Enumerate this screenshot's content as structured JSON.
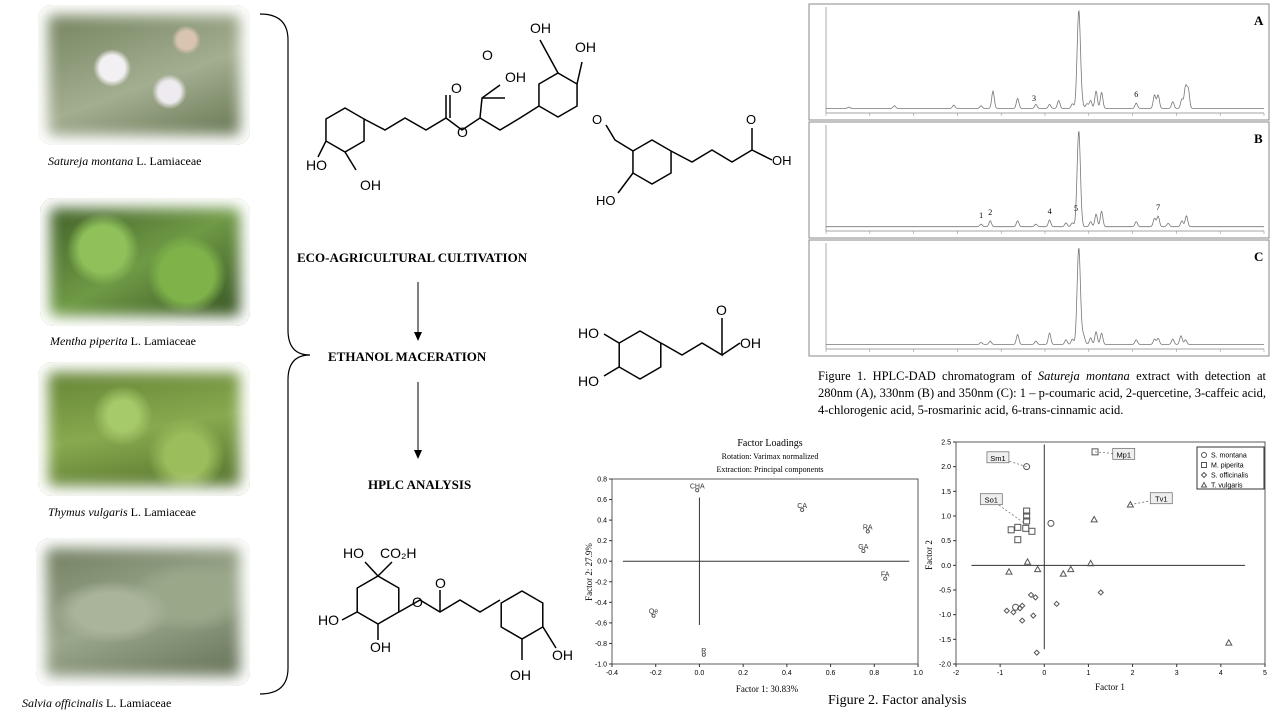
{
  "plants": [
    {
      "name": "Satureja montana",
      "suffix": " L. Lamiaceae",
      "color": "#7d8f6a"
    },
    {
      "name": "Mentha piperita",
      "suffix": " L. Lamiaceae",
      "color": "#5f8a3c"
    },
    {
      "name": "Thymus vulgaris",
      "suffix": " L. Lamiaceae",
      "color": "#6f8f3a"
    },
    {
      "name": "Salvia officinalis",
      "suffix": " L. Lamiaceae",
      "color": "#8d9a7a"
    }
  ],
  "steps": {
    "cultivation": "ECO-AGRICULTURAL CULTIVATION",
    "maceration": "ETHANOL MACERATION",
    "hplc": "HPLC ANALYSIS"
  },
  "structures": {
    "rosmarinic": [
      "HO",
      "OH",
      "O",
      "O",
      "OH",
      "OH",
      "OH",
      "O"
    ],
    "ferulic": [
      "O",
      "HO",
      "O",
      "OH"
    ],
    "caffeic": [
      "HO",
      "HO",
      "O",
      "OH"
    ],
    "chlorogenic": [
      "HO",
      "CO₂H",
      "HO",
      "OH",
      "O",
      "O",
      "OH",
      "OH"
    ]
  },
  "figure1": {
    "caption_pre": "Figure 1. HPLC-DAD  chromatogram  of ",
    "caption_species": "Satureja montana",
    "caption_post": " extract with detection at 280nm (A), 330nm (B) and 350nm (C): 1 – p-coumaric acid, 2-quercetine, 3-caffeic acid, 4-chlorogenic acid, 5-rosmarinic acid, 6-trans-cinnamic acid."
  },
  "figure2": {
    "caption": "Figure  2. Factor analysis"
  },
  "chart_data": [
    {
      "type": "line",
      "title": "HPLC-DAD chromatogram",
      "xlim": [
        0,
        48
      ],
      "panels": [
        {
          "label": "A",
          "ylim": [
            0,
            1500
          ],
          "peaks": [
            [
              2.5,
              20
            ],
            [
              7.5,
              40
            ],
            [
              14,
              50
            ],
            [
              17,
              40
            ],
            [
              18.3,
              260
            ],
            [
              21,
              150
            ],
            [
              23,
              60
            ],
            [
              24.5,
              60
            ],
            [
              25.5,
              120
            ],
            [
              27,
              70
            ],
            [
              28,
              80
            ],
            [
              28.6,
              70
            ],
            [
              27.7,
              1450
            ],
            [
              29,
              120
            ],
            [
              29.6,
              260
            ],
            [
              30.2,
              240
            ],
            [
              34,
              80
            ],
            [
              36,
              200
            ],
            [
              36.4,
              200
            ],
            [
              38,
              100
            ],
            [
              39,
              140
            ],
            [
              39.4,
              320
            ],
            [
              39.7,
              280
            ]
          ],
          "peak_labels": [
            {
              "text": "3",
              "x": 22.8
            },
            {
              "text": "6",
              "x": 34.0
            }
          ]
        },
        {
          "label": "B",
          "ylim": [
            0,
            2400
          ],
          "peaks": [
            [
              17,
              60
            ],
            [
              18,
              140
            ],
            [
              21,
              140
            ],
            [
              23,
              60
            ],
            [
              24.5,
              160
            ],
            [
              26.3,
              90
            ],
            [
              27,
              90
            ],
            [
              27.7,
              2300
            ],
            [
              29,
              120
            ],
            [
              29.6,
              300
            ],
            [
              30.2,
              370
            ],
            [
              34,
              120
            ],
            [
              36,
              200
            ],
            [
              36.4,
              250
            ],
            [
              37.5,
              80
            ],
            [
              39,
              140
            ],
            [
              39.5,
              260
            ]
          ],
          "peak_labels": [
            {
              "text": "1",
              "x": 17.0
            },
            {
              "text": "2",
              "x": 18.0
            },
            {
              "text": "4",
              "x": 24.5
            },
            {
              "text": "5",
              "x": 27.4
            },
            {
              "text": "7",
              "x": 36.4
            }
          ]
        },
        {
          "label": "C",
          "ylim": [
            0,
            1500
          ],
          "peaks": [
            [
              17,
              30
            ],
            [
              18,
              50
            ],
            [
              21,
              150
            ],
            [
              23,
              50
            ],
            [
              24.5,
              170
            ],
            [
              26.3,
              70
            ],
            [
              27,
              80
            ],
            [
              27.7,
              1450
            ],
            [
              28.2,
              140
            ],
            [
              29,
              100
            ],
            [
              29.6,
              190
            ],
            [
              30.2,
              170
            ],
            [
              34,
              70
            ],
            [
              36,
              80
            ],
            [
              36.4,
              90
            ],
            [
              38,
              80
            ],
            [
              38.9,
              130
            ],
            [
              39.4,
              70
            ]
          ],
          "peak_labels": []
        }
      ]
    },
    {
      "type": "scatter",
      "title": "Factor Loadings",
      "subtitle1": "Rotation: Varimax normalized",
      "subtitle2": "Extraction: Principal components",
      "xlabel": "Factor 1: 30.83%",
      "ylabel": "Factor 2: 27.9%",
      "xlim": [
        -0.4,
        1.0
      ],
      "ylim": [
        -1.0,
        0.8
      ],
      "xticks": [
        "-0.4",
        "-0.2",
        "0.0",
        "0.2",
        "0.4",
        "0.6",
        "0.8",
        "1.0"
      ],
      "yticks": [
        "-1.0",
        "-0.8",
        "-0.6",
        "-0.4",
        "-0.2",
        "0.0",
        "0.2",
        "0.4",
        "0.6",
        "0.8"
      ],
      "points": [
        {
          "label": "CHA",
          "x": -0.01,
          "y": 0.69
        },
        {
          "label": "CA",
          "x": 0.47,
          "y": 0.5
        },
        {
          "label": "RA",
          "x": 0.77,
          "y": 0.29
        },
        {
          "label": "GA",
          "x": 0.75,
          "y": 0.1
        },
        {
          "label": "FA",
          "x": 0.85,
          "y": -0.17
        },
        {
          "label": "Qe",
          "x": -0.21,
          "y": -0.53
        },
        {
          "label": "R",
          "x": 0.02,
          "y": -0.91
        }
      ]
    },
    {
      "type": "scatter",
      "title": "",
      "xlabel": "Factor 1",
      "ylabel": "Factor 2",
      "xlim": [
        -2,
        5
      ],
      "ylim": [
        -2.0,
        2.5
      ],
      "xticks": [
        "-2",
        "-1",
        "0",
        "1",
        "2",
        "3",
        "4",
        "5"
      ],
      "yticks": [
        "-2.0",
        "-1.5",
        "-1.0",
        "-0.5",
        "0.0",
        "0.5",
        "1.0",
        "1.5",
        "2.0",
        "2.5"
      ],
      "legend_position": "top-right",
      "series": [
        {
          "name": "S. montana",
          "marker": "circle",
          "points": [
            [
              -0.4,
              2.0
            ],
            [
              0.15,
              0.85
            ],
            [
              -0.65,
              -0.85
            ]
          ]
        },
        {
          "name": "M. piperita",
          "marker": "square",
          "points": [
            [
              1.15,
              2.3
            ],
            [
              -0.4,
              1.1
            ],
            [
              -0.4,
              1.0
            ],
            [
              -0.4,
              0.9
            ],
            [
              -0.75,
              0.72
            ],
            [
              -0.6,
              0.77
            ],
            [
              -0.42,
              0.75
            ],
            [
              -0.28,
              0.69
            ],
            [
              -0.6,
              0.52
            ]
          ]
        },
        {
          "name": "S. officinalis",
          "marker": "diamond",
          "points": [
            [
              -0.85,
              -0.92
            ],
            [
              -0.7,
              -0.95
            ],
            [
              -0.55,
              -0.87
            ],
            [
              -0.5,
              -0.82
            ],
            [
              -0.3,
              -0.6
            ],
            [
              -0.2,
              -0.65
            ],
            [
              -0.25,
              -1.02
            ],
            [
              -0.5,
              -1.12
            ],
            [
              0.28,
              -0.78
            ],
            [
              1.28,
              -0.55
            ],
            [
              -0.17,
              -1.77
            ]
          ]
        },
        {
          "name": "T. vulgaris",
          "marker": "triangle",
          "points": [
            [
              -0.8,
              -0.13
            ],
            [
              -0.38,
              0.07
            ],
            [
              -0.15,
              -0.08
            ],
            [
              0.43,
              -0.17
            ],
            [
              0.6,
              -0.08
            ],
            [
              1.05,
              0.04
            ],
            [
              1.13,
              0.93
            ],
            [
              1.95,
              1.23
            ],
            [
              4.18,
              -1.57
            ]
          ]
        }
      ],
      "annotations": [
        {
          "text": "Sm1",
          "x": -0.4,
          "y": 2.0,
          "lx": -1.05,
          "ly": 2.18
        },
        {
          "text": "Mp1",
          "x": 1.15,
          "y": 2.3,
          "lx": 1.8,
          "ly": 2.25
        },
        {
          "text": "So1",
          "x": -0.4,
          "y": 0.82,
          "lx": -1.2,
          "ly": 1.33
        },
        {
          "text": "Tv1",
          "x": 1.95,
          "y": 1.23,
          "lx": 2.65,
          "ly": 1.35
        }
      ]
    }
  ]
}
